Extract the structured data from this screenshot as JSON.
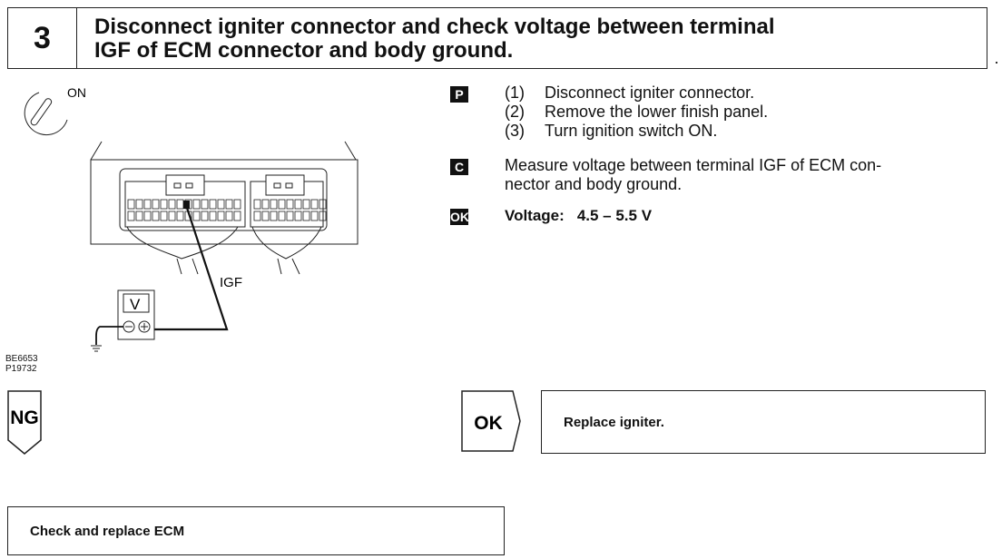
{
  "header": {
    "step_number": "3",
    "title_line1": "Disconnect igniter connector and check voltage between terminal",
    "title_line2": "IGF of ECM connector and body ground."
  },
  "diagram": {
    "ignition_label": "ON",
    "terminal_label": "IGF",
    "meter_label": "V",
    "figure_codes": [
      "BE6653",
      "P19732"
    ]
  },
  "procedure": {
    "marker": "P",
    "steps": [
      {
        "num": "(1)",
        "text": "Disconnect igniter connector."
      },
      {
        "num": "(2)",
        "text": "Remove the lower finish panel."
      },
      {
        "num": "(3)",
        "text": "Turn ignition switch ON."
      }
    ]
  },
  "check": {
    "marker": "C",
    "line1": "Measure voltage between terminal IGF of ECM con-",
    "line2": "nector and body ground."
  },
  "spec": {
    "marker": "OK",
    "label": "Voltage:",
    "value": "4.5 – 5.5 V"
  },
  "results": {
    "ng_label": "NG",
    "ng_action": "Check and replace ECM",
    "ok_label": "OK",
    "ok_action": "Replace igniter."
  }
}
